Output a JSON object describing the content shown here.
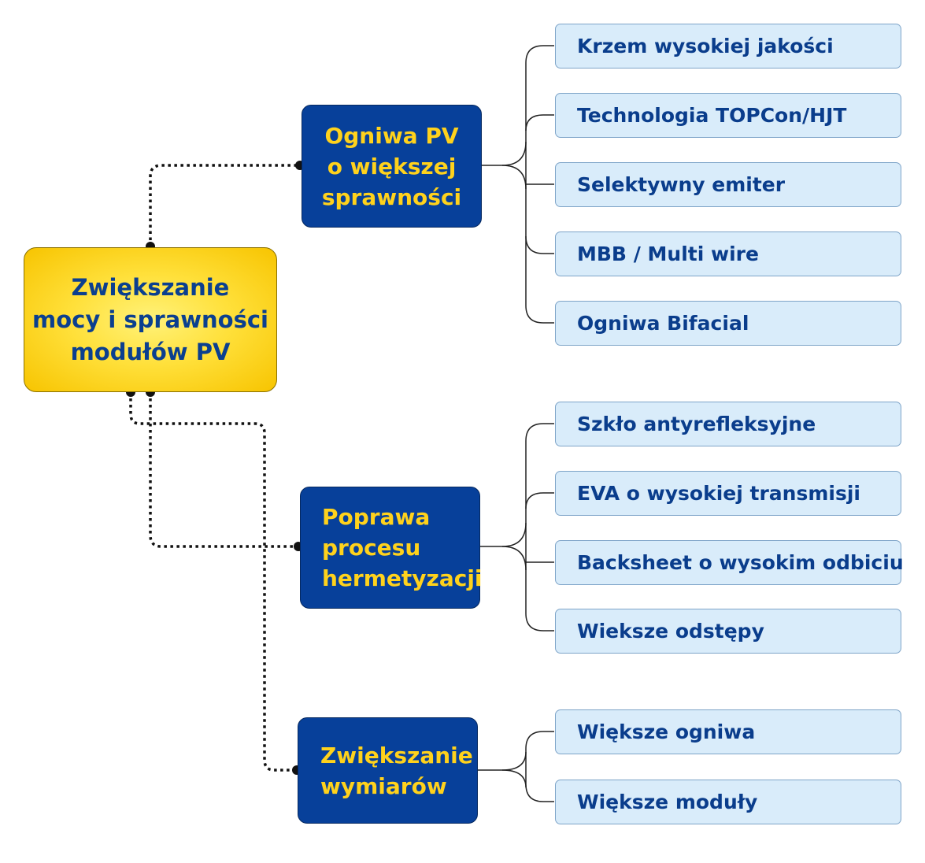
{
  "root": {
    "lines": [
      "Zwiększanie",
      "mocy i sprawności",
      "modułów PV"
    ]
  },
  "branches": [
    {
      "lines": [
        "Ogniwa PV",
        "o większej",
        "sprawności"
      ],
      "items": [
        "Krzem wysokiej jakości",
        "Technologia TOPCon/HJT",
        "Selektywny emiter",
        "MBB / Multi wire",
        "Ogniwa Bifacial"
      ]
    },
    {
      "lines": [
        "Poprawa",
        "procesu",
        "hermetyzacji"
      ],
      "items": [
        "Szkło antyrefleksyjne",
        "EVA o wysokiej transmisji",
        "Backsheet o wysokim odbiciu",
        "Wieksze odstępy"
      ]
    },
    {
      "lines": [
        "Zwiększanie",
        "wymiarów"
      ],
      "items": [
        "Większe ogniwa",
        "Większe moduły"
      ]
    }
  ]
}
